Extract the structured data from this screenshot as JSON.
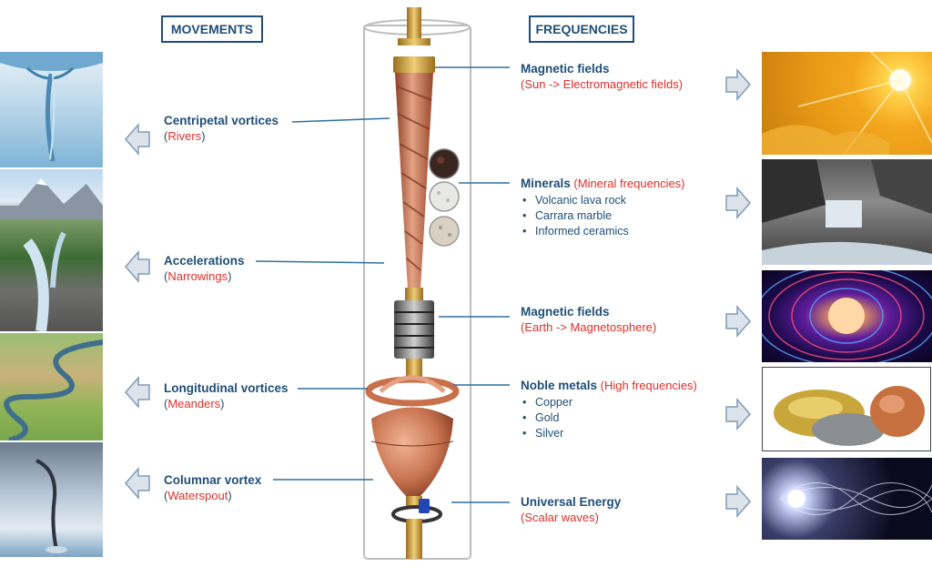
{
  "headers": {
    "movements": "MOVEMENTS",
    "frequencies": "FREQUENCIES"
  },
  "movements": [
    {
      "title": "Centripetal vortices",
      "sub_open": "(",
      "sub": "Rivers",
      "sub_close": ")"
    },
    {
      "title": "Accelerations",
      "sub_open": "(",
      "sub": "Narrowings",
      "sub_close": ")"
    },
    {
      "title": "Longitudinal vortices",
      "sub_open": "(",
      "sub": "Meanders",
      "sub_close": ")"
    },
    {
      "title": "Columnar vortex",
      "sub_open": "(",
      "sub": "Waterspout",
      "sub_close": ")"
    }
  ],
  "frequencies": [
    {
      "title": "Magnetic fields",
      "sub": "(Sun -> Electromagnetic fields)"
    },
    {
      "title": "Minerals",
      "sub": "(Mineral frequencies)",
      "items": [
        "Volcanic lava rock",
        "Carrara marble",
        "Informed ceramics"
      ]
    },
    {
      "title": "Magnetic fields",
      "sub": "(Earth -> Magnetosphere)"
    },
    {
      "title": "Noble metals",
      "sub": "(High frequencies)",
      "items": [
        "Copper",
        "Gold",
        "Silver"
      ]
    },
    {
      "title": "Universal Energy",
      "sub": "(Scalar waves)"
    }
  ],
  "colors": {
    "heading": "#1f4e79",
    "accent_red": "#e0302a",
    "copper": "#c8734f",
    "arrow_fill": "#dde3ea",
    "arrow_stroke": "#7f9bb5"
  }
}
